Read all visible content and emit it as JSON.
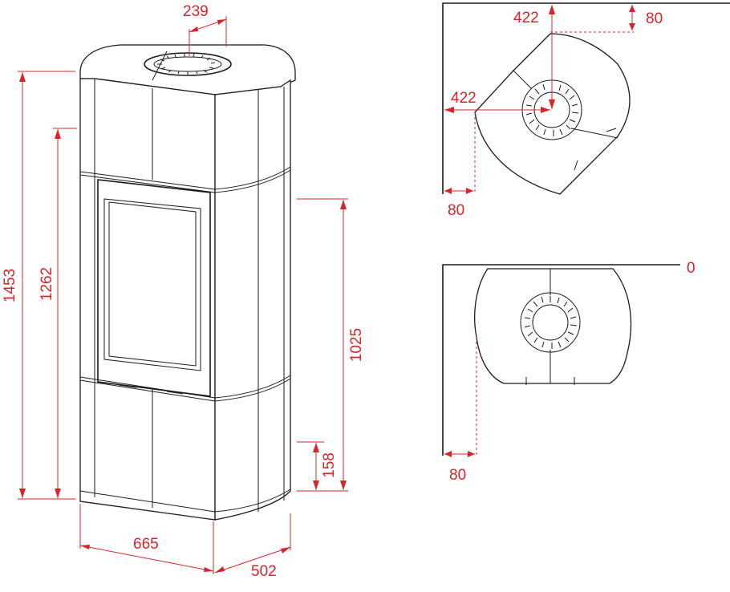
{
  "colors": {
    "dimension": "#d8232a",
    "outline": "#1a1a1a",
    "background": "#ffffff"
  },
  "stove_front": {
    "dim_flue_offset": "239",
    "dim_total_height": "1453",
    "dim_flue_height": "1262",
    "dim_air_inlet_height": "1025",
    "dim_rear_inlet_height": "158",
    "dim_width": "665",
    "dim_depth": "502"
  },
  "plan_corner": {
    "dim_flue_x": "422",
    "dim_flue_y": "422",
    "dim_wall_clearance_top": "80",
    "dim_wall_clearance_side": "80"
  },
  "plan_wall": {
    "dim_wall_zero": "0",
    "dim_wall_clearance_side": "80"
  }
}
